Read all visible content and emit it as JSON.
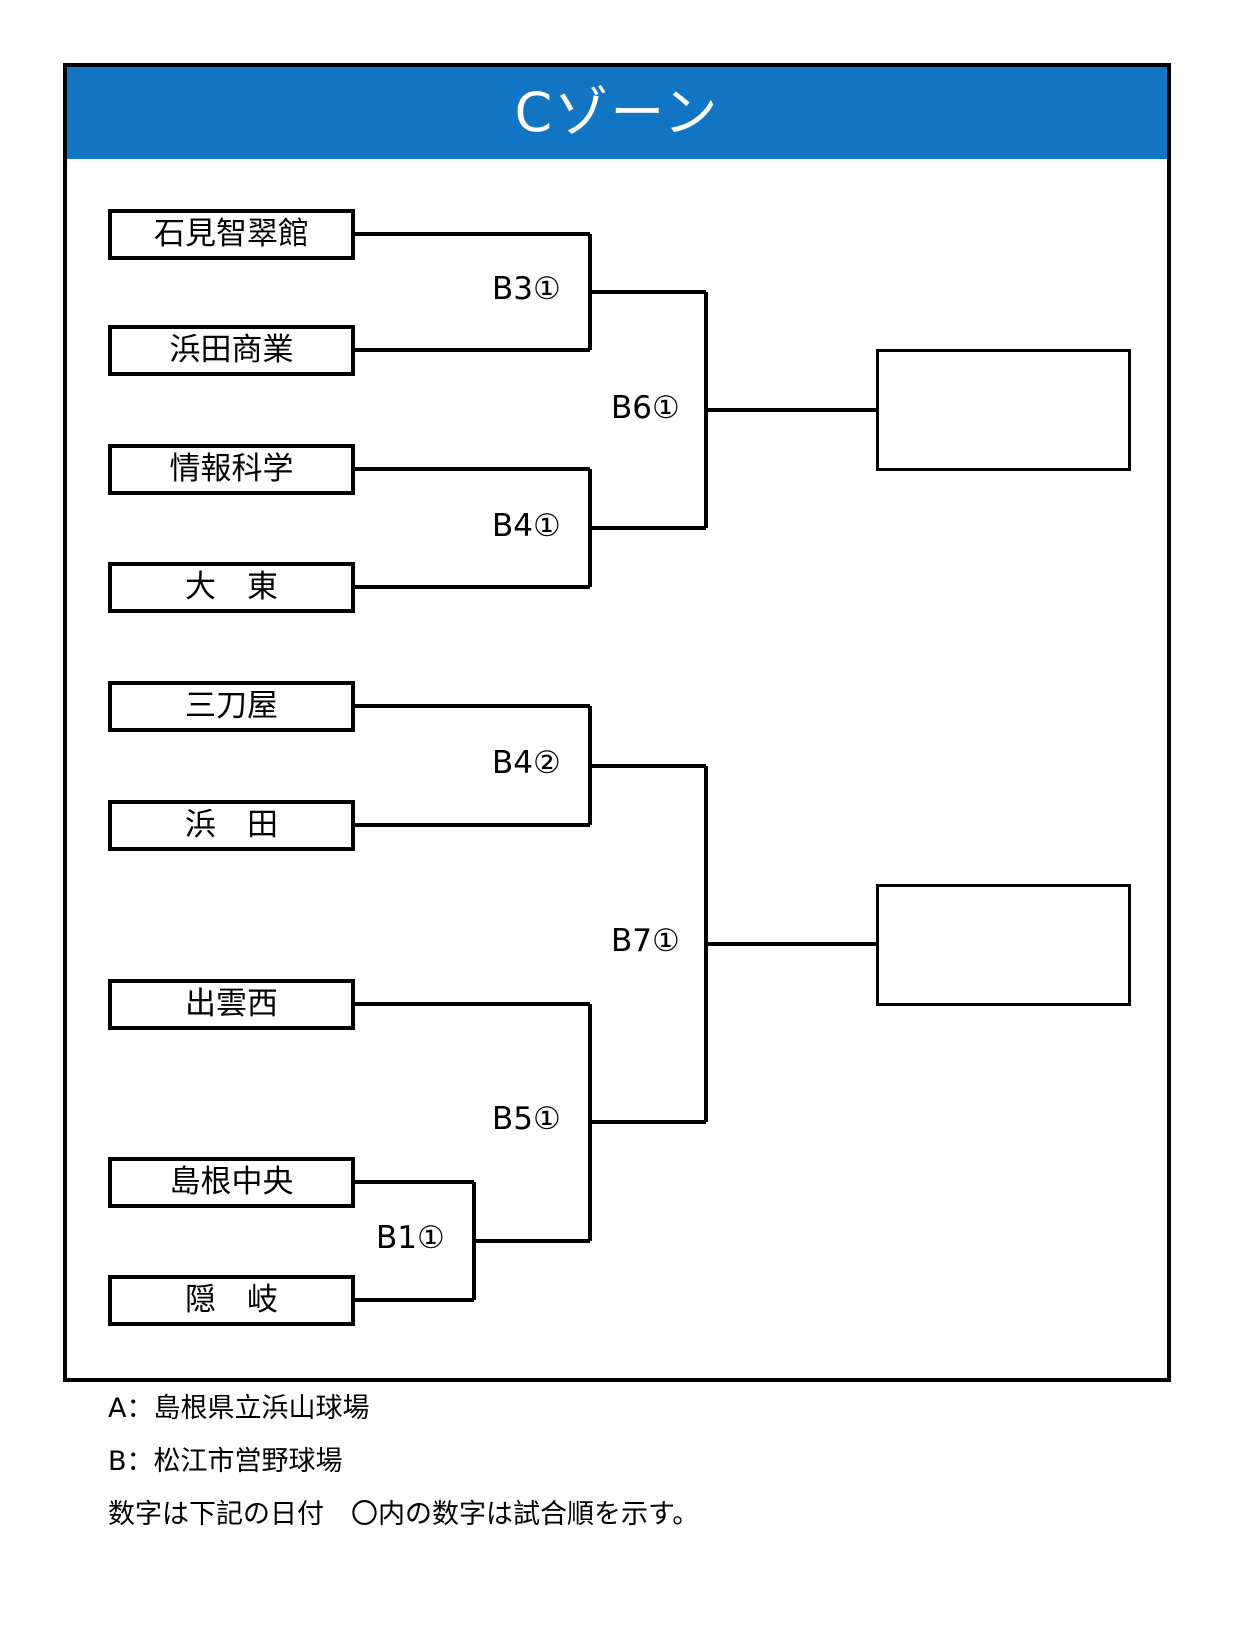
{
  "header": {
    "title": "Cゾーン",
    "banner_color": "#1175c4",
    "text_color": "#ffffff"
  },
  "bracket": {
    "teams": [
      {
        "id": "t1",
        "name": "石見智翠館"
      },
      {
        "id": "t2",
        "name": "浜田商業"
      },
      {
        "id": "t3",
        "name": "情報科学"
      },
      {
        "id": "t4",
        "name": "大　東"
      },
      {
        "id": "t5",
        "name": "三刀屋"
      },
      {
        "id": "t6",
        "name": "浜　田"
      },
      {
        "id": "t7",
        "name": "出雲西"
      },
      {
        "id": "t8",
        "name": "島根中央"
      },
      {
        "id": "t9",
        "name": "隠　岐"
      }
    ],
    "matches": [
      {
        "id": "m1",
        "label": "B3①",
        "teams": [
          "石見智翠館",
          "浜田商業"
        ]
      },
      {
        "id": "m2",
        "label": "B4①",
        "teams": [
          "情報科学",
          "大　東"
        ]
      },
      {
        "id": "m3",
        "label": "B6①",
        "teams": [
          "B3①勝者",
          "B4①勝者"
        ]
      },
      {
        "id": "m4",
        "label": "B4②",
        "teams": [
          "三刀屋",
          "浜　田"
        ]
      },
      {
        "id": "m5",
        "label": "B1①",
        "teams": [
          "島根中央",
          "隠　岐"
        ]
      },
      {
        "id": "m6",
        "label": "B5①",
        "teams": [
          "出雲西",
          "B1①勝者"
        ]
      },
      {
        "id": "m7",
        "label": "B7①",
        "teams": [
          "B4②勝者",
          "B5①勝者"
        ]
      }
    ],
    "winner_slots": [
      {
        "id": "w1",
        "name": "",
        "from": "B6①"
      },
      {
        "id": "w2",
        "name": "",
        "from": "B7①"
      }
    ]
  },
  "footer": {
    "lines": [
      "A：島根県立浜山球場",
      "B：松江市営野球場",
      "数字は下記の日付　〇内の数字は試合順を示す。"
    ]
  }
}
